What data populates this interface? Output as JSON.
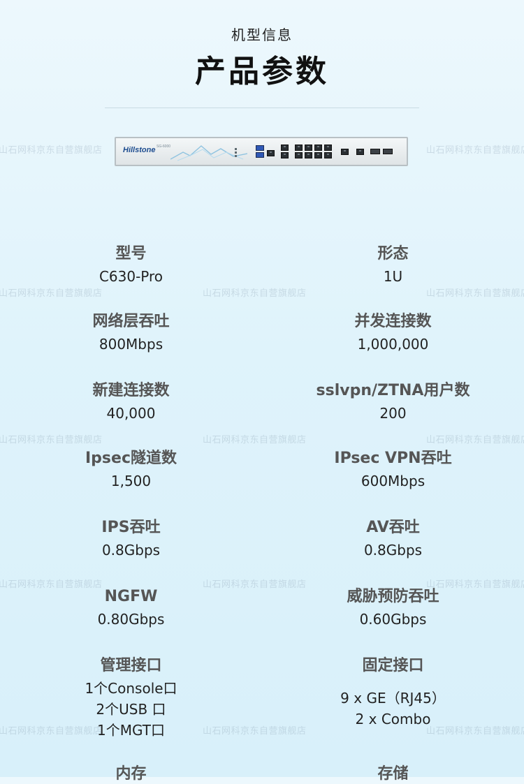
{
  "header": {
    "subtitle": "机型信息",
    "title": "产品参数"
  },
  "watermark": "山石网科京东自营旗舰店",
  "device": {
    "brand": "Hillstone",
    "model_tag": "SG-6000"
  },
  "params": [
    {
      "label": "型号",
      "values": [
        "C630-Pro"
      ]
    },
    {
      "label": "形态",
      "values": [
        "1U"
      ]
    },
    {
      "label": "网络层吞吐",
      "values": [
        "800Mbps"
      ]
    },
    {
      "label": "并发连接数",
      "values": [
        "1,000,000"
      ]
    },
    {
      "label": "新建连接数",
      "values": [
        "40,000"
      ]
    },
    {
      "label": "sslvpn/ZTNA用户数",
      "values": [
        "200"
      ]
    },
    {
      "label": "Ipsec隧道数",
      "values": [
        "1,500"
      ]
    },
    {
      "label": "IPsec VPN吞吐",
      "values": [
        "600Mbps"
      ]
    },
    {
      "label": "IPS吞吐",
      "values": [
        "0.8Gbps"
      ]
    },
    {
      "label": "AV吞吐",
      "values": [
        "0.8Gbps"
      ]
    },
    {
      "label": "NGFW",
      "values": [
        "0.80Gbps"
      ]
    },
    {
      "label": "威胁预防吞吐",
      "values": [
        "0.60Gbps"
      ]
    },
    {
      "label": "管理接口",
      "values": [
        "1个Console口",
        "2个USB 口",
        "1个MGT口"
      ]
    },
    {
      "label": "固定接口",
      "values": [
        "9 x GE（RJ45）",
        "2 x Combo"
      ]
    },
    {
      "label": "内存",
      "values": []
    },
    {
      "label": "存储",
      "values": []
    }
  ]
}
